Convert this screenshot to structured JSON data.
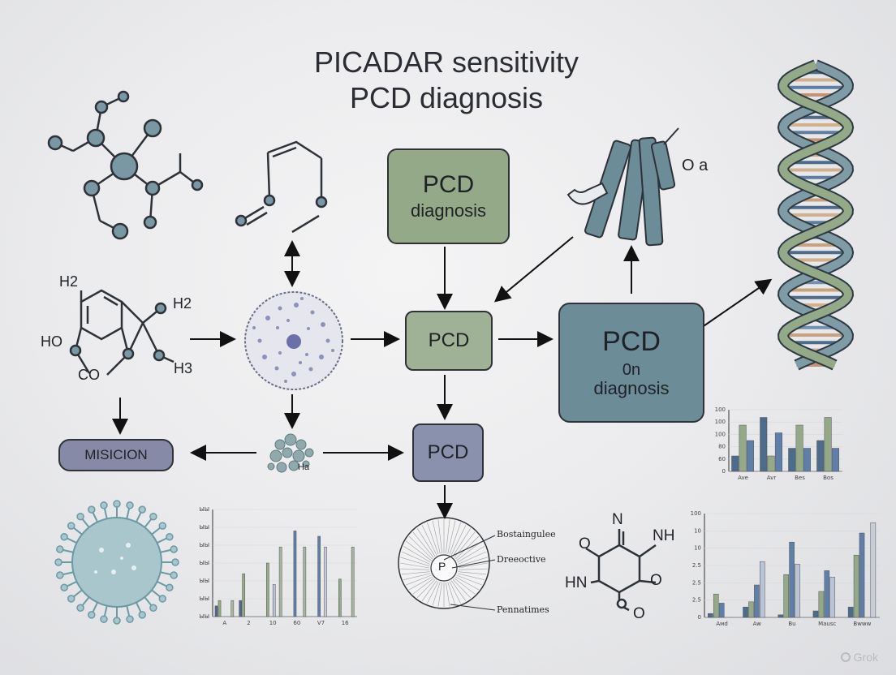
{
  "title": {
    "line1": "PICADAR sensitivity",
    "line2": "PCD diagnosis"
  },
  "boxes": {
    "top": {
      "line1": "PCD",
      "line2": "diagnosis",
      "color": "#93a987"
    },
    "middle": {
      "text": "PCD",
      "color": "#9fb296"
    },
    "right": {
      "line1": "PCD",
      "line2": "0n",
      "line3": "diagnosis",
      "color": "#6c8c97"
    },
    "lower": {
      "text": "PCD",
      "color": "#8a91ad"
    },
    "misicion": {
      "text": "MISICION",
      "color": "#878aa6"
    }
  },
  "molecule_labels": {
    "h2_left": "H2",
    "h2_right": "H2",
    "ho": "HO",
    "co": "CO",
    "h3": "H3",
    "ha": "Ha",
    "oa": "O a",
    "n_top": "N",
    "nh": "NH",
    "hn": "HN",
    "o_right": "O",
    "o_bottom": "O"
  },
  "circle_labels": {
    "p": "P",
    "label1": "Bostaingulee",
    "label2": "Dreeoctive",
    "label3": "Pennatimes"
  },
  "watermark": "Grok",
  "colors": {
    "green": "#93a987",
    "blue": "#6c8c97",
    "navy": "#4d6b8a",
    "slate": "#8a91ad",
    "tan": "#c8a27c"
  },
  "chart_data": [
    {
      "type": "bar",
      "categories": [
        "A",
        "2",
        "10",
        "60",
        "V7",
        "16"
      ],
      "series": [
        {
          "name": "",
          "values": [
            2,
            3,
            0,
            0,
            0,
            0
          ]
        },
        {
          "name": "",
          "values": [
            3,
            8,
            10,
            0,
            0,
            7
          ]
        },
        {
          "name": "",
          "values": [
            0,
            0,
            0,
            16,
            15,
            0
          ]
        },
        {
          "name": "",
          "values": [
            0,
            0,
            6,
            0,
            0,
            0
          ]
        },
        {
          "name": "",
          "values": [
            0,
            0,
            0,
            0,
            13,
            0
          ]
        },
        {
          "name": "",
          "values": [
            3,
            0,
            13,
            13,
            0,
            13
          ]
        }
      ],
      "yticks": [
        "ЫЫ",
        "ЫЫ",
        "ЫЫ",
        "ЫЫ",
        "ЫЫ",
        "ЫЫ",
        "ЫЫ"
      ],
      "ylim": [
        0,
        20
      ]
    },
    {
      "type": "bar",
      "categories": [
        "Aмd",
        "Aw",
        "Bu",
        "Mausc",
        "Bwww"
      ],
      "series": [
        {
          "name": "",
          "values": [
            0.3,
            0.8,
            0.2,
            0.5,
            0.8
          ]
        },
        {
          "name": "",
          "values": [
            1.8,
            1.2,
            3.3,
            2.0,
            4.8
          ]
        },
        {
          "name": "",
          "values": [
            1.1,
            2.5,
            5.8,
            3.6,
            6.5
          ]
        },
        {
          "name": "",
          "values": [
            0,
            4.3,
            4.1,
            3.1,
            0
          ]
        },
        {
          "name": "",
          "values": [
            0,
            0,
            0,
            0,
            7.3
          ]
        }
      ],
      "yticks": [
        "0",
        "2.5",
        "2.5",
        "2.5",
        "10",
        "10",
        "100"
      ],
      "ylim": [
        0,
        8
      ]
    },
    {
      "type": "bar",
      "categories": [
        "Ave",
        "Avr",
        "Bes",
        "Bos"
      ],
      "series": [
        {
          "name": "",
          "values": [
            2,
            7,
            3,
            4
          ]
        },
        {
          "name": "",
          "values": [
            6,
            2,
            6,
            7
          ]
        },
        {
          "name": "",
          "values": [
            4,
            5,
            3,
            3
          ]
        }
      ],
      "yticks": [
        "0",
        "60",
        "80",
        "100",
        "100",
        "100"
      ],
      "ylim": [
        0,
        8
      ]
    }
  ]
}
